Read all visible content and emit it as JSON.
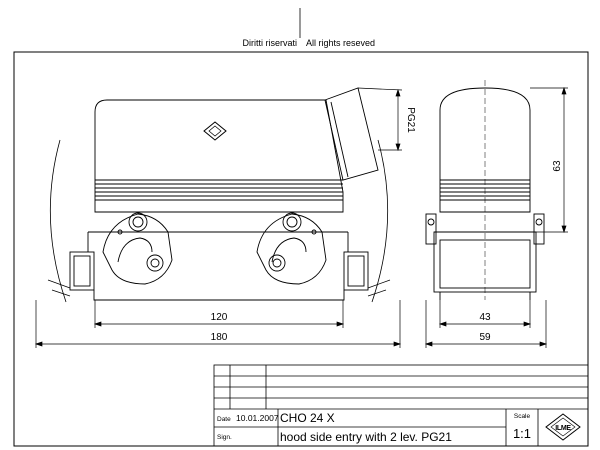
{
  "header": {
    "reserved_it": "Diritti riservati",
    "reserved_en": "All rights reseved"
  },
  "dimensions": {
    "thread": "PG21",
    "height": "63",
    "inner_width": "120",
    "overall_width": "180",
    "side_inner_width": "43",
    "side_overall_width": "59"
  },
  "title_block": {
    "date_label": "Date",
    "date_value": "10.01.2007",
    "sign_label": "Sign.",
    "code": "CHO 24 X",
    "description": "hood side entry with 2 lev. PG21",
    "scale_label": "Scale",
    "scale_value": "1:1",
    "logo_text": "ILME"
  },
  "colors": {
    "line": "#000000",
    "paper": "#ffffff"
  }
}
